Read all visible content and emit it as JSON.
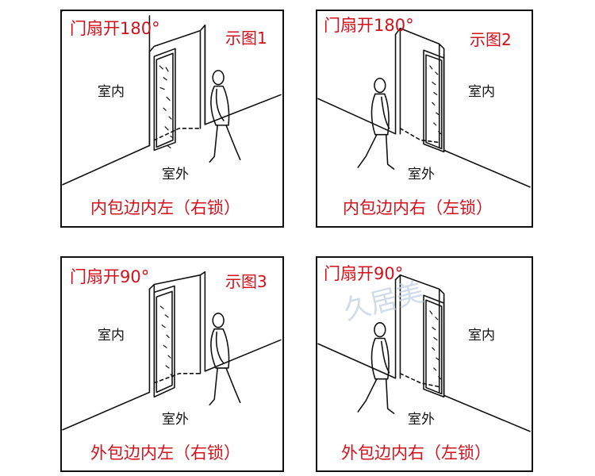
{
  "panels": [
    {
      "opening": "门扇开180°",
      "figure": "示图1",
      "indoor": "室内",
      "outdoor": "室外",
      "caption": "内包边内左（右锁）"
    },
    {
      "opening": "门扇开180°",
      "figure": "示图2",
      "indoor": "室内",
      "outdoor": "室外",
      "caption": "内包边内右（左锁）"
    },
    {
      "opening": "门扇开90°",
      "figure": "示图3",
      "indoor": "室内",
      "outdoor": "室外",
      "caption": "外包边内左（右锁）"
    },
    {
      "opening": "门扇开90°",
      "figure": "",
      "indoor": "室内",
      "outdoor": "室外",
      "caption": "外包边内右（左锁）"
    }
  ],
  "watermark": "久居美",
  "colors": {
    "label_red": "#d4101b",
    "line": "#111111",
    "watermark": "#c8d3e4"
  },
  "icons": [
    "door-frame-icon",
    "door-leaf-icon",
    "walking-person-icon"
  ]
}
